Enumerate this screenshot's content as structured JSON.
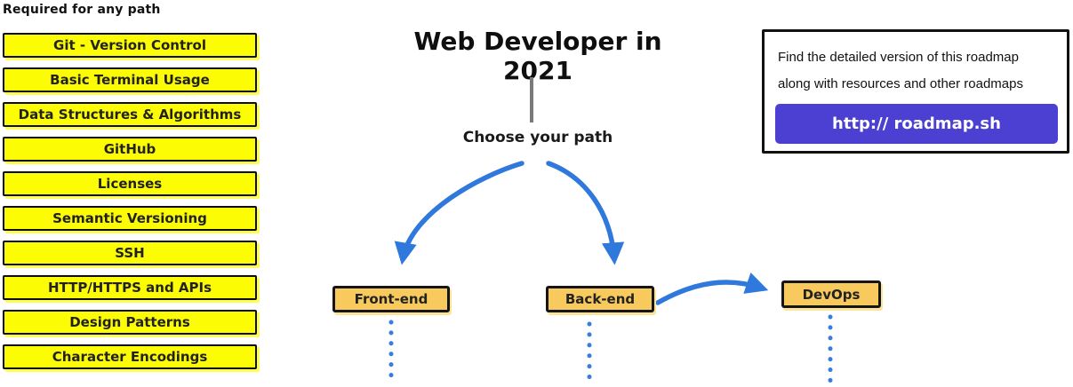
{
  "sidebar": {
    "heading": "Required for any path",
    "items": [
      "Git - Version Control",
      "Basic Terminal Usage",
      "Data Structures & Algorithms",
      "GitHub",
      "Licenses",
      "Semantic Versioning",
      "SSH",
      "HTTP/HTTPS and APIs",
      "Design Patterns",
      "Character Encodings"
    ]
  },
  "main": {
    "title": "Web Developer in 2021",
    "subtitle": "Choose your path",
    "nodes": [
      {
        "label": "Front-end"
      },
      {
        "label": "Back-end"
      },
      {
        "label": "DevOps"
      }
    ]
  },
  "info_box": {
    "line1": "Find the detailed version of this roadmap",
    "line2": "along with resources and other roadmaps",
    "button_label": "http:// roadmap.sh"
  },
  "colors": {
    "arrow_blue": "#2f78dc",
    "dot_blue": "#3b7ce0",
    "divider_gray": "#7a7a7a",
    "topic_yellow": "#fcfc04",
    "node_orange": "#f8c95c",
    "button_purple": "#4b40d2"
  }
}
